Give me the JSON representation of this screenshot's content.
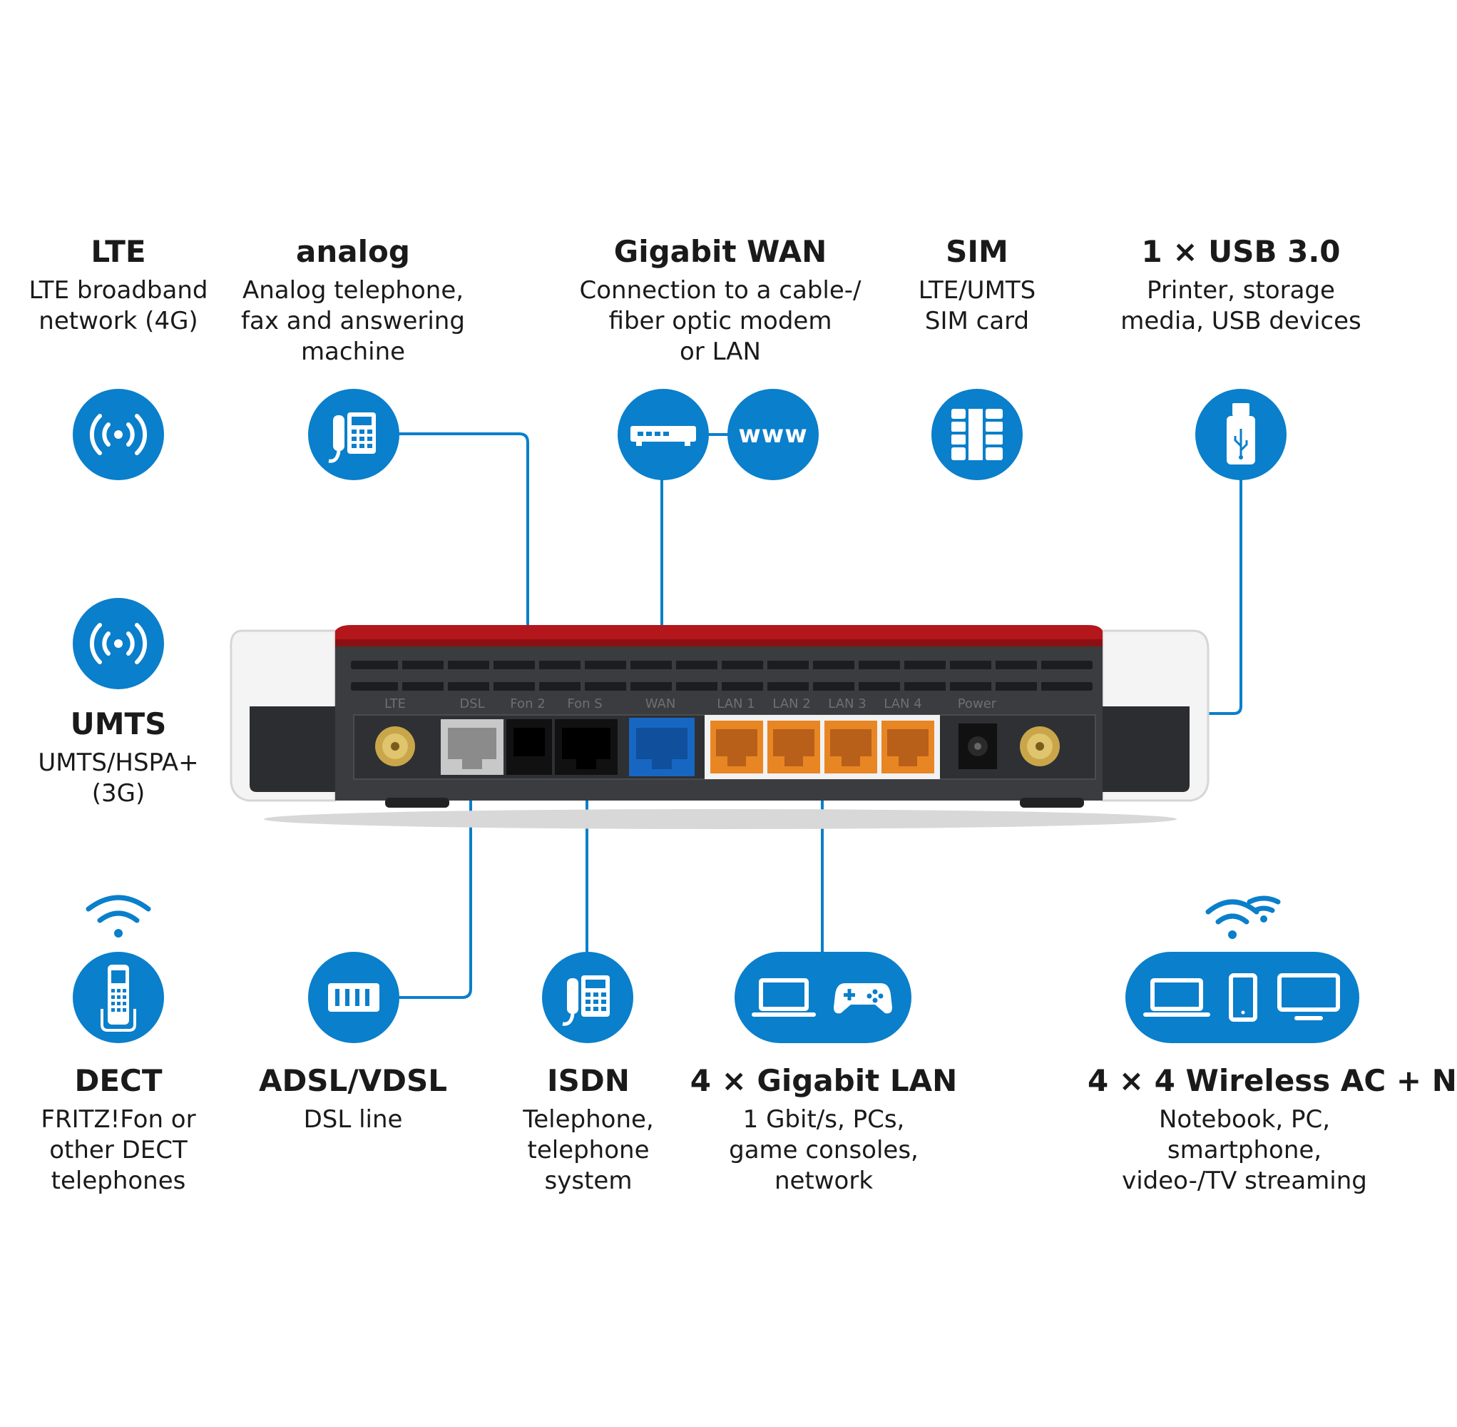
{
  "features": {
    "lte": {
      "title": "LTE",
      "desc": [
        "LTE broadband",
        "network (4G)"
      ]
    },
    "analog": {
      "title": "analog",
      "desc": [
        "Analog telephone,",
        "fax and answering",
        "machine"
      ]
    },
    "wan": {
      "title": "Gigabit WAN",
      "desc": [
        "Connection to a cable-/",
        "fiber optic modem",
        "or LAN"
      ]
    },
    "sim": {
      "title": "SIM",
      "desc": [
        "LTE/UMTS",
        "SIM card"
      ]
    },
    "usb": {
      "title": "1 × USB 3.0",
      "desc": [
        "Printer, storage",
        "media, USB devices"
      ]
    },
    "umts": {
      "title": "UMTS",
      "desc": [
        "UMTS/HSPA+",
        "(3G)"
      ]
    },
    "dect": {
      "title": "DECT",
      "desc": [
        "FRITZ!Fon or",
        "other DECT",
        "telephones"
      ]
    },
    "dsl": {
      "title": "ADSL/VDSL",
      "desc": [
        "DSL line"
      ]
    },
    "isdn": {
      "title": "ISDN",
      "desc": [
        "Telephone,",
        "telephone",
        "system"
      ]
    },
    "lan": {
      "title": "4 × Gigabit LAN",
      "desc": [
        "1 Gbit/s, PCs,",
        "game consoles,",
        "network"
      ]
    },
    "wireless": {
      "title": "4 × 4 Wireless AC + N",
      "desc": [
        "Notebook, PC,",
        "smartphone,",
        "video-/TV streaming"
      ]
    }
  },
  "www_label": "www",
  "ports": [
    "LTE",
    "DSL",
    "Fon 2",
    "Fon S",
    "WAN",
    "LAN 1",
    "LAN 2",
    "LAN 3",
    "LAN 4",
    "Power"
  ],
  "colors": {
    "accent": "#0a7fcb",
    "router_red": "#b3171b",
    "lan_port": "#e88624",
    "wan_port": "#1767c2"
  }
}
